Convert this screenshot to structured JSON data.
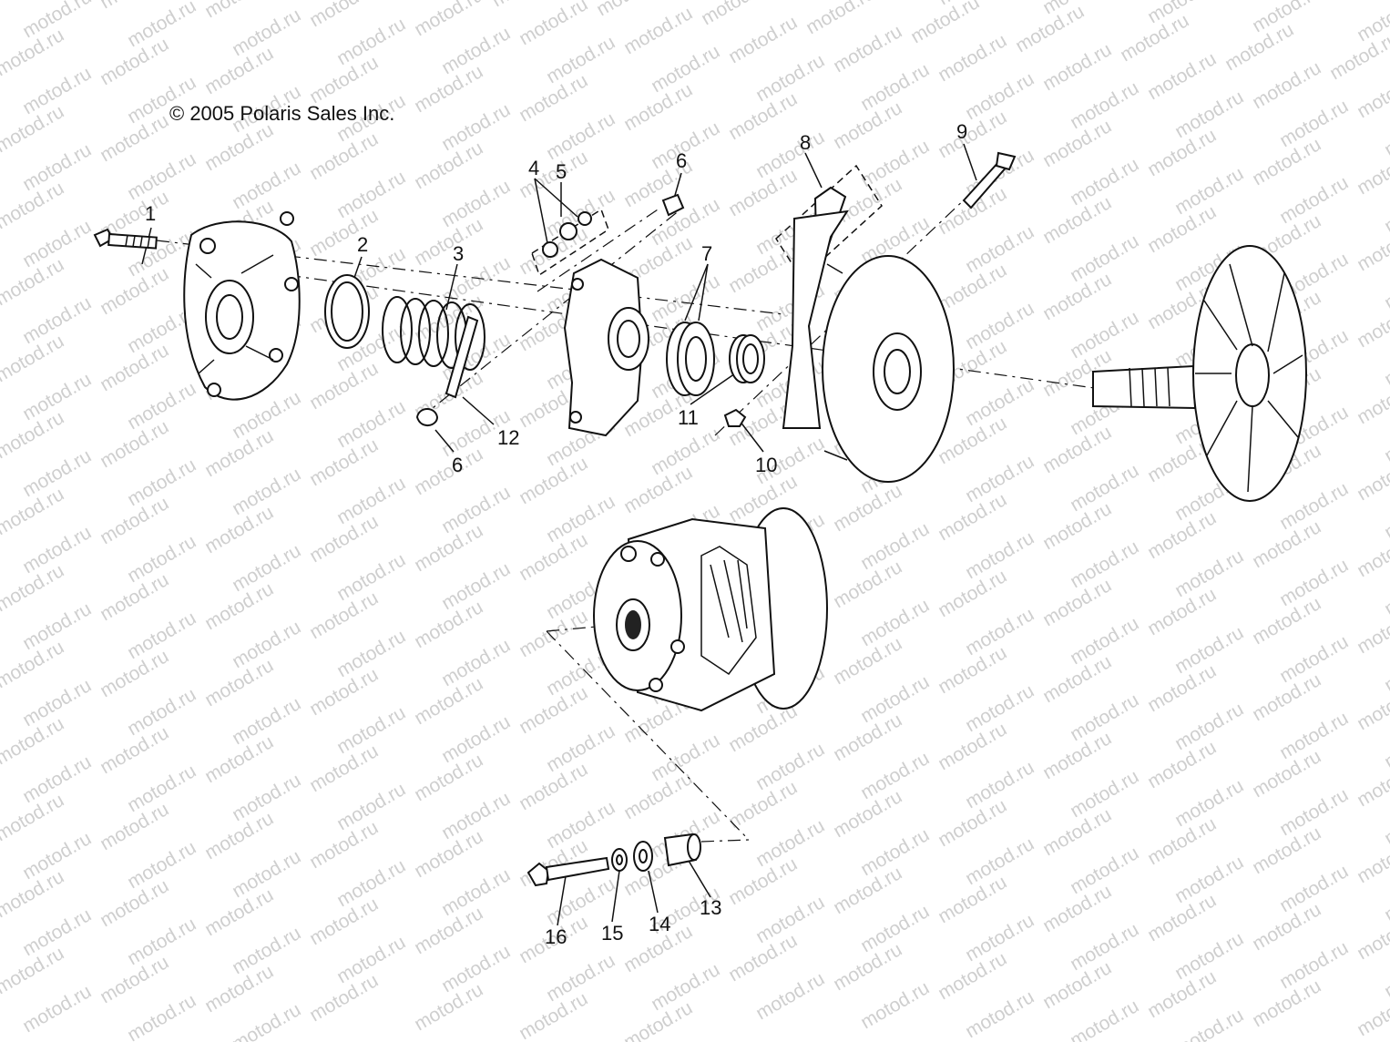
{
  "copyright": "© 2005 Polaris Sales Inc.",
  "watermark": "motod.ru",
  "callouts": [
    "1",
    "2",
    "3",
    "4",
    "5",
    "6",
    "6",
    "7",
    "8",
    "9",
    "10",
    "11",
    "12",
    "13",
    "14",
    "15",
    "16"
  ],
  "icons": [
    "bolt-icon",
    "cover-icon",
    "bushing-icon",
    "spring-icon",
    "spider-icon",
    "sheave-icon",
    "fixed-sheave-icon",
    "clutch-assembly-icon"
  ]
}
